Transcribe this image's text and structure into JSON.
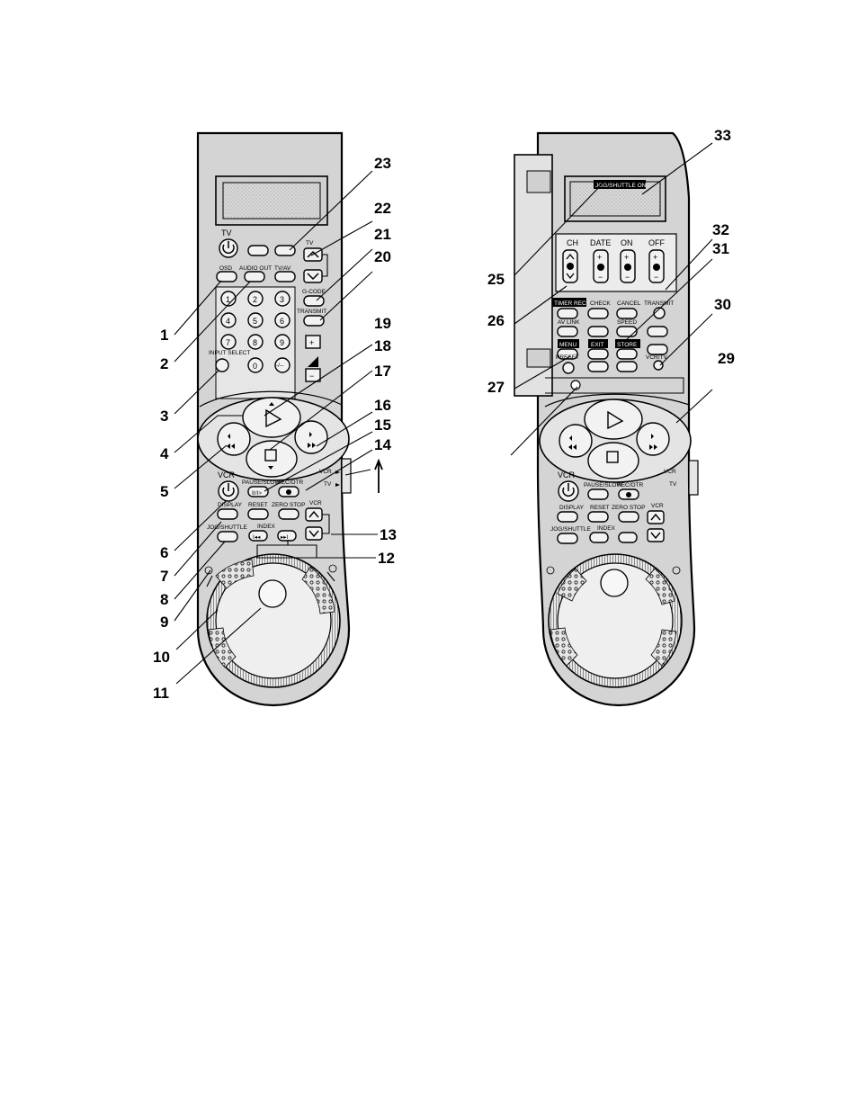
{
  "left_remote": {
    "buttons": {
      "tv_power": "TV",
      "osd": "OSD",
      "audio_out": "AUDIO OUT",
      "tv_av": "TV/AV",
      "tv_ch": "TV",
      "g_code": "G-CODE",
      "transmit": "TRANSMIT",
      "input_select": "INPUT SELECT",
      "num_1": "1",
      "num_2": "2",
      "num_3": "3",
      "num_4": "4",
      "num_5": "5",
      "num_6": "6",
      "num_7": "7",
      "num_8": "8",
      "num_9": "9",
      "num_0": "0",
      "num_dash": "-/--",
      "vol_plus": "+",
      "vol_minus": "−",
      "vcr_power": "VCR",
      "pause_slow": "PAUSE/SLOW",
      "rec_otr": "REC/OTR",
      "display": "DISPLAY",
      "reset": "RESET",
      "zero_stop": "ZERO STOP",
      "jog_shuttle": "JOG/SHUTTLE",
      "index": "INDEX",
      "vcr_ch": "VCR",
      "switch_vcr": "VCR",
      "switch_tv": "TV"
    },
    "callouts": [
      "1",
      "2",
      "3",
      "4",
      "5",
      "6",
      "7",
      "8",
      "9",
      "10",
      "11",
      "12",
      "13",
      "14",
      "15",
      "16",
      "17",
      "18",
      "19",
      "20",
      "21",
      "22",
      "23"
    ]
  },
  "right_remote": {
    "buttons": {
      "jog_shuttle_on": "JOG/SHUTTLE ON",
      "ch": "CH",
      "date": "DATE",
      "on": "ON",
      "off": "OFF",
      "timer_rec": "TIMER REC",
      "check": "CHECK",
      "cancel": "CANCEL",
      "transmit": "TRANSMIT",
      "av_link": "AV LINK",
      "speed": "SPEED",
      "menu": "MENU",
      "exit": "EXIT",
      "store": "STORE",
      "preset": "PRESET",
      "vcr_tv": "VCR/TV",
      "vcr_power": "VCR",
      "pause_slow": "PAUSE/SLOW",
      "rec_otr": "REC/OTR",
      "display": "DISPLAY",
      "reset": "RESET",
      "zero_stop": "ZERO STOP",
      "jog_shuttle": "JOG/SHUTTLE",
      "index": "INDEX",
      "vcr_ch": "VCR",
      "switch_vcr": "VCR",
      "switch_tv": "TV"
    },
    "callouts": [
      "25",
      "26",
      "27",
      "29",
      "30",
      "31",
      "32",
      "33"
    ]
  }
}
